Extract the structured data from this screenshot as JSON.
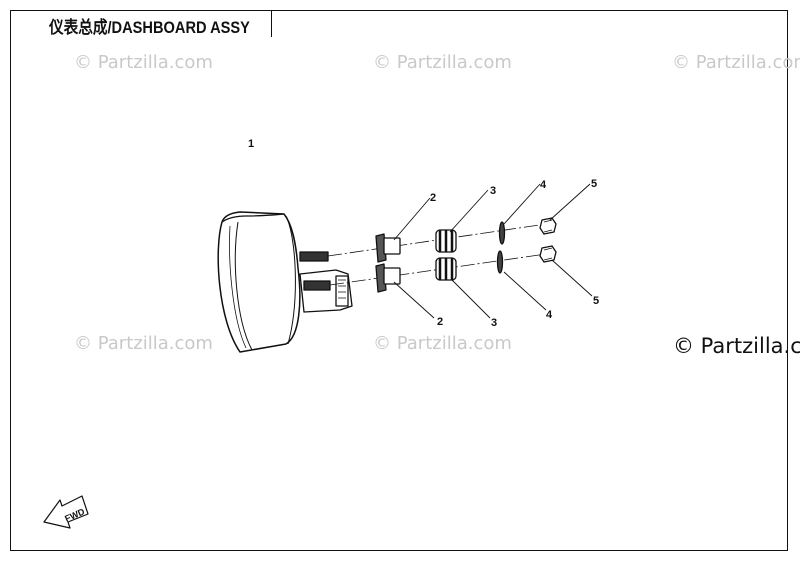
{
  "title": "仪表总成/DASHBOARD ASSY",
  "watermarks": {
    "wm1": "© Partzilla.com",
    "wm2": "© Partzilla.com",
    "wm3": "© Partzilla.com",
    "wm4": "© Partzilla.com",
    "wm5": "© Partzilla.com",
    "wm6": "© Partzilla.c"
  },
  "callouts": {
    "c1": "1",
    "c2a": "2",
    "c2b": "2",
    "c3a": "3",
    "c3b": "3",
    "c4a": "4",
    "c4b": "4",
    "c5a": "5",
    "c5b": "5"
  },
  "fwd_label": "FWD",
  "colors": {
    "line": "#111111",
    "watermark": "#c9c9c9"
  }
}
